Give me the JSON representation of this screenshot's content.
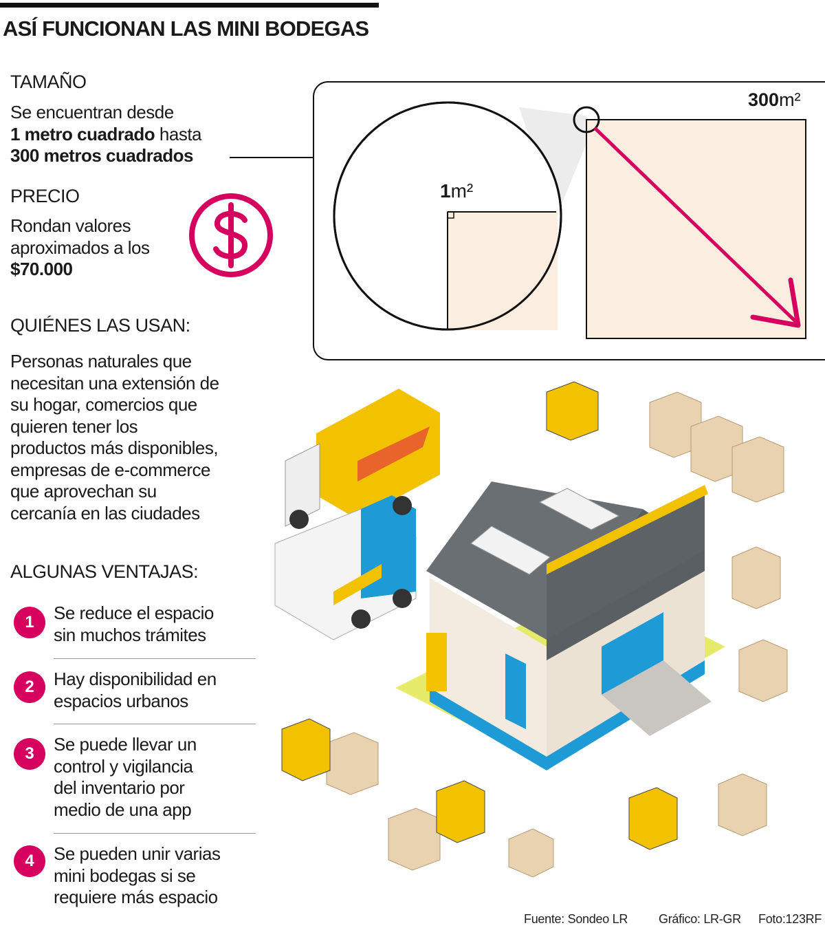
{
  "title": "ASÍ FUNCIONAN LAS MINI BODEGAS",
  "size": {
    "heading": "TAMAÑO",
    "line1": "Se encuentran desde",
    "line2_bold": "1 metro cuadrado",
    "line2_rest": " hasta",
    "line3_bold": "300 metros cuadrados"
  },
  "price": {
    "heading": "PRECIO",
    "line1": "Rondan valores",
    "line2": "aproximados a los",
    "line3_bold": "$70.000",
    "icon": "dollar-circle-icon"
  },
  "diagram": {
    "small_value": "1",
    "small_unit": "m²",
    "large_value": "300",
    "large_unit": "m²"
  },
  "users": {
    "heading": "QUIÉNES LAS USAN:",
    "lines": [
      "Personas naturales que",
      "necesitan una extensión de",
      "su hogar, comercios que",
      "quieren tener los",
      "productos más disponibles,",
      "empresas de e-commerce",
      "que aprovechan su",
      "cercanía en las ciudades"
    ]
  },
  "advantages": {
    "heading": "ALGUNAS VENTAJAS:",
    "items": [
      {
        "number": "1",
        "lines": [
          "Se reduce el espacio",
          "sin muchos trámites"
        ]
      },
      {
        "number": "2",
        "lines": [
          "Hay disponibilidad en",
          "espacios urbanos"
        ]
      },
      {
        "number": "3",
        "lines": [
          "Se puede llevar un",
          "control y vigilancia",
          "del inventario por",
          "medio de una app"
        ]
      },
      {
        "number": "4",
        "lines": [
          "Se pueden unir varias",
          "mini bodegas si se",
          "requiere más espacio"
        ]
      }
    ]
  },
  "credits": {
    "source": "Fuente: Sondeo LR",
    "graphic": "Gráfico: LR-GR",
    "photo": "Foto:123RF"
  },
  "colors": {
    "accent": "#d6005f",
    "area_fill": "#fbeee0",
    "yellow": "#f2c200",
    "blue": "#1e9ad6"
  }
}
